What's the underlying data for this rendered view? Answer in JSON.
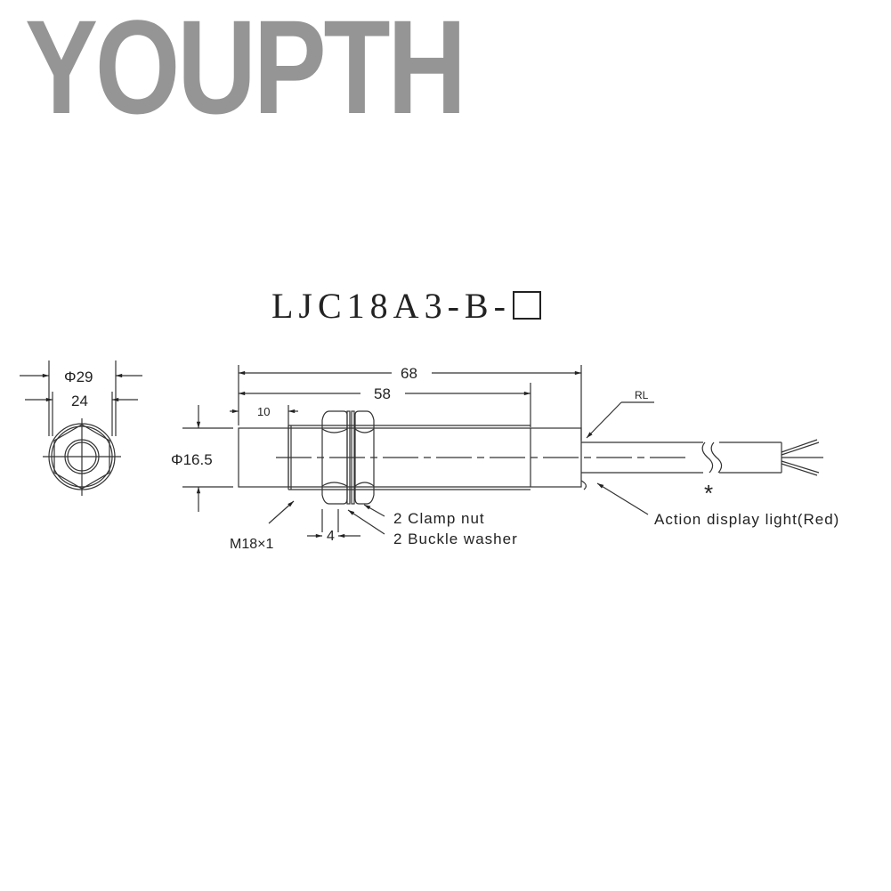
{
  "brand": {
    "name": "YOUPTH",
    "color": "#959595"
  },
  "model": {
    "code": "LJC18A3-B-"
  },
  "end_view": {
    "outer_dim": "Φ29",
    "inner_dim": "24"
  },
  "side_view": {
    "overall_length": "68",
    "body_length": "58",
    "head_length": "10",
    "sensing_diameter": "Φ16.5",
    "thread": "M18×1",
    "nut_width": "4",
    "rl_label": "RL",
    "asterisk": "*"
  },
  "callouts": {
    "clamp_nut": "2 Clamp nut",
    "buckle_washer": "2 Buckle washer",
    "indicator": "Action display light(Red)"
  },
  "colors": {
    "line": "#333333",
    "text": "#222222"
  }
}
